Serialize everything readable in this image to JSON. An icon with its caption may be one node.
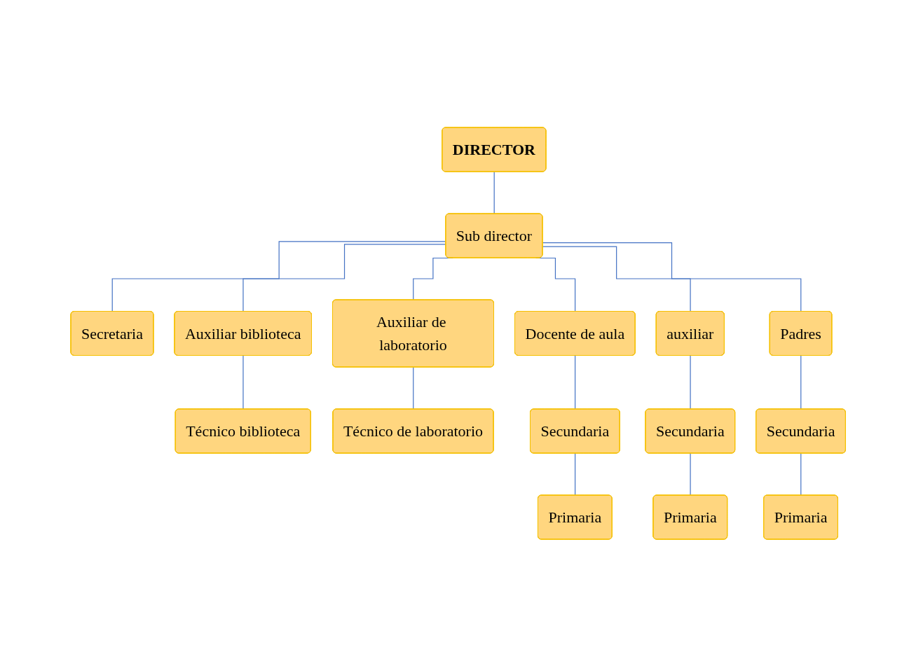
{
  "diagram": {
    "nodes": [
      {
        "text": [
          "DIRECTOR"
        ]
      },
      {
        "text": [
          "Sub director"
        ]
      },
      {
        "text": [
          "Secretaria"
        ]
      },
      {
        "text": [
          "Auxiliar biblioteca"
        ]
      },
      {
        "text": [
          "Auxiliar de laboratorio"
        ]
      },
      {
        "text": [
          "Docente de aula"
        ]
      },
      {
        "text": [
          "auxiliar"
        ]
      },
      {
        "text": [
          "Padres"
        ]
      },
      {
        "text": [
          "Técnico biblioteca"
        ]
      },
      {
        "text": [
          "Técnico de laboratorio"
        ]
      },
      {
        "text": [
          "Secundaria"
        ]
      },
      {
        "text": [
          "Secundaria"
        ]
      },
      {
        "text": [
          "Secundaria"
        ]
      },
      {
        "text": [
          "Primaria"
        ]
      },
      {
        "text": [
          "Primaria"
        ]
      },
      {
        "text": [
          "Primaria"
        ]
      }
    ],
    "edges": [
      {
        "from": 0,
        "to": 1,
        "arrow": "none"
      },
      {
        "from": 1,
        "to": 2,
        "arrow": "none"
      },
      {
        "from": 1,
        "to": 3,
        "arrow": "none"
      },
      {
        "from": 1,
        "to": 4,
        "arrow": "none"
      },
      {
        "from": 1,
        "to": 5,
        "arrow": "none"
      },
      {
        "from": 1,
        "to": 6,
        "arrow": "none"
      },
      {
        "from": 1,
        "to": 7,
        "arrow": "none"
      },
      {
        "from": 3,
        "to": 8,
        "arrow": "none"
      },
      {
        "from": 4,
        "to": 9,
        "arrow": "none"
      },
      {
        "from": 5,
        "to": 10,
        "arrow": "none"
      },
      {
        "from": 6,
        "to": 11,
        "arrow": "none"
      },
      {
        "from": 7,
        "to": 12,
        "arrow": "none"
      },
      {
        "from": 10,
        "to": 13,
        "arrow": "none"
      },
      {
        "from": 11,
        "to": 14,
        "arrow": "none"
      },
      {
        "from": 12,
        "to": 15,
        "arrow": "none"
      }
    ]
  }
}
